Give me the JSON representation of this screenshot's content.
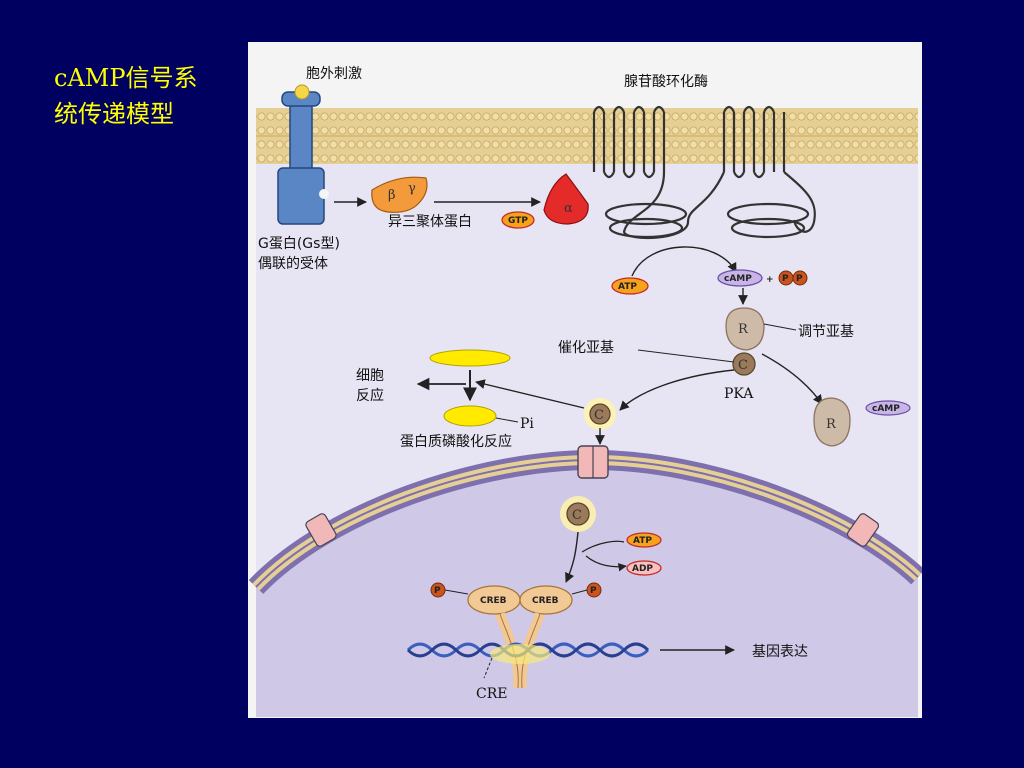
{
  "slide": {
    "title_line1": "cAMP信号系",
    "title_line2": "统传递模型"
  },
  "diagram": {
    "labels": {
      "extracellular_signal": "胞外刺激",
      "adenylyl_cyclase": "腺苷酸环化酶",
      "heterotrimeric_g_protein": "异三聚体蛋白",
      "receptor_line1": "G蛋白(Gs型)",
      "receptor_line2": "偶联的受体",
      "catalytic_subunit": "催化亚基",
      "regulatory_subunit": "调节亚基",
      "pka": "PKA",
      "cell_response_line1": "细胞",
      "cell_response_line2": "反应",
      "pi": "Pi",
      "protein_phosphorylation": "蛋白质磷酸化反应",
      "gene_expression": "基因表达",
      "cre": "CRE"
    },
    "tags": {
      "beta": "β",
      "gamma": "γ",
      "alpha": "α",
      "gtp": "GTP",
      "atp": "ATP",
      "camp": "cAMP",
      "ppi_p": "P",
      "adp": "ADP",
      "creb": "CREB",
      "phosphate": "P",
      "r": "R",
      "c": "C"
    }
  },
  "colors": {
    "background": "#000060",
    "title": "#ffff00",
    "membrane": "#e6cf95",
    "cytoplasm": "#e7e5f3",
    "nucleus": "#cfc8e6",
    "receptor": "#5b86c6",
    "g_beta_gamma": "#f39b3a",
    "g_alpha": "#e52a2a",
    "pka": "#cdbaa7",
    "dna_blue": "#3b5fbf",
    "creb": "#f2c894"
  }
}
